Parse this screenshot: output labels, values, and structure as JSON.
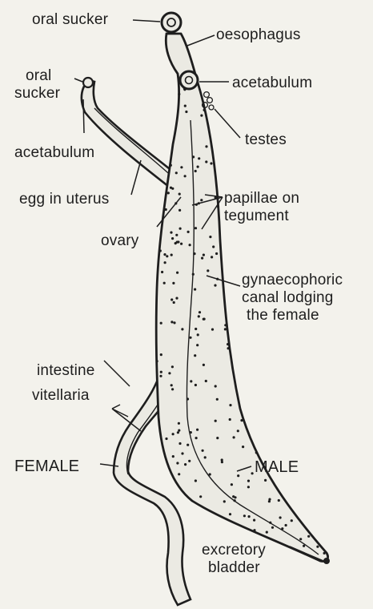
{
  "colors": {
    "background": "#f3f2ec",
    "ink": "#1e1e1e",
    "body_fill": "#ebeae3"
  },
  "labels": {
    "oral_sucker_male": "oral sucker",
    "oesophagus": "oesophagus",
    "oral_sucker_female_line1": "oral",
    "oral_sucker_female_line2": "sucker",
    "acetabulum_male": "acetabulum",
    "testes": "testes",
    "acetabulum_female": "acetabulum",
    "egg_in_uterus": "egg in uterus",
    "papillae_line1": "papillae on",
    "papillae_line2": "tegument",
    "ovary": "ovary",
    "gynaecophoric_line1": "gynaecophoric",
    "gynaecophoric_line2": "canal lodging",
    "gynaecophoric_line3": "the female",
    "intestine": "intestine",
    "vitellaria": "vitellaria",
    "female": "FEMALE",
    "male": "MALE",
    "excretory_line1": "excretory",
    "excretory_line2": "bladder"
  }
}
